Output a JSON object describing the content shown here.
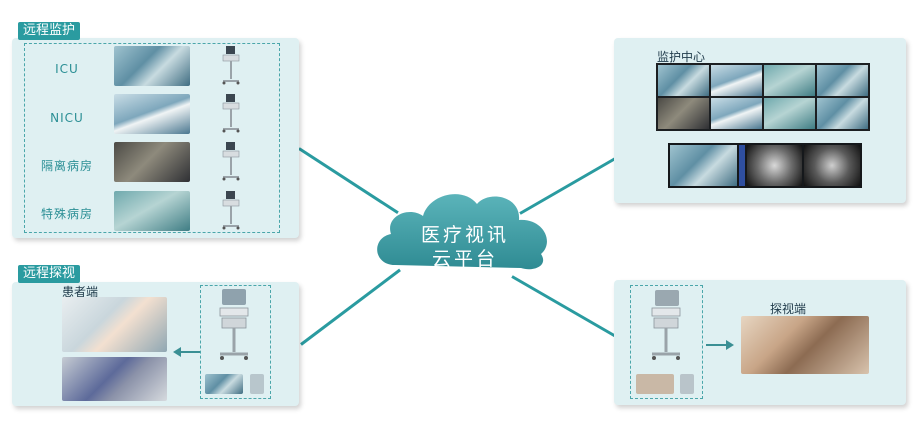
{
  "remote_monitoring": {
    "title": "远程监护",
    "rows": [
      {
        "label": "ICU"
      },
      {
        "label": "NICU"
      },
      {
        "label": "隔离病房"
      },
      {
        "label": "特殊病房"
      }
    ]
  },
  "monitoring_center": {
    "title": "监护中心"
  },
  "remote_visit": {
    "title": "远程探视",
    "patient_label": "患者端"
  },
  "visitor": {
    "label": "探视端"
  },
  "cloud": {
    "line1": "医疗视讯",
    "line2": "云平台"
  },
  "colors": {
    "accent": "#2a9ba0",
    "panel": "#dff0f2",
    "cloud": "#3e9fa6"
  }
}
